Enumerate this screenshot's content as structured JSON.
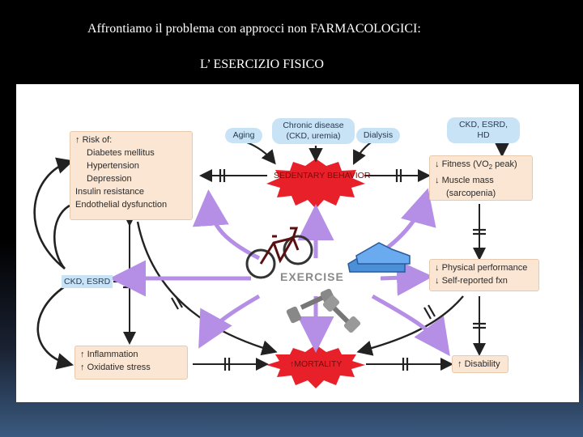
{
  "slide": {
    "title_line1": "Affrontiamo il problema con approcci non FARMACOLOGICI:",
    "title_line2": "L’ ESERCIZIO FISICO"
  },
  "diagram": {
    "causes": {
      "aging": "Aging",
      "chronic_disease_line1": "Chronic disease",
      "chronic_disease_line2": "(CKD, uremia)",
      "dialysis": "Dialysis"
    },
    "ckd_esrd_hd": "CKD, ESRD, HD",
    "ckd_esrd_side": "CKD, ESRD",
    "sedentary": "SEDENTARY BEHAVIOR",
    "mortality": "MORTALITY",
    "exercise": "EXERCISE",
    "risk_box": {
      "heading": "Risk of:",
      "items": [
        "Diabetes mellitus",
        "Hypertension",
        "Depression"
      ],
      "insulin": "Insulin resistance",
      "endothelial": "Endothelial dysfunction"
    },
    "fitness_box": {
      "fitness": "Fitness (VO",
      "fitness_sub": "2",
      "fitness_end": " peak)",
      "muscle": "Muscle mass",
      "sarcopenia": "(sarcopenia)"
    },
    "performance_box": {
      "physical": "Physical performance",
      "self": "Self-reported fxn"
    },
    "inflammation_box": {
      "inflammation": "Inflammation",
      "oxidative": "Oxidative stress"
    },
    "disability": "Disability",
    "colors": {
      "box_fill": "#fbe6d4",
      "blue_label": "#c8e3f5",
      "burst_red": "#e8202a",
      "purple_arrow": "#b58ee6"
    }
  }
}
